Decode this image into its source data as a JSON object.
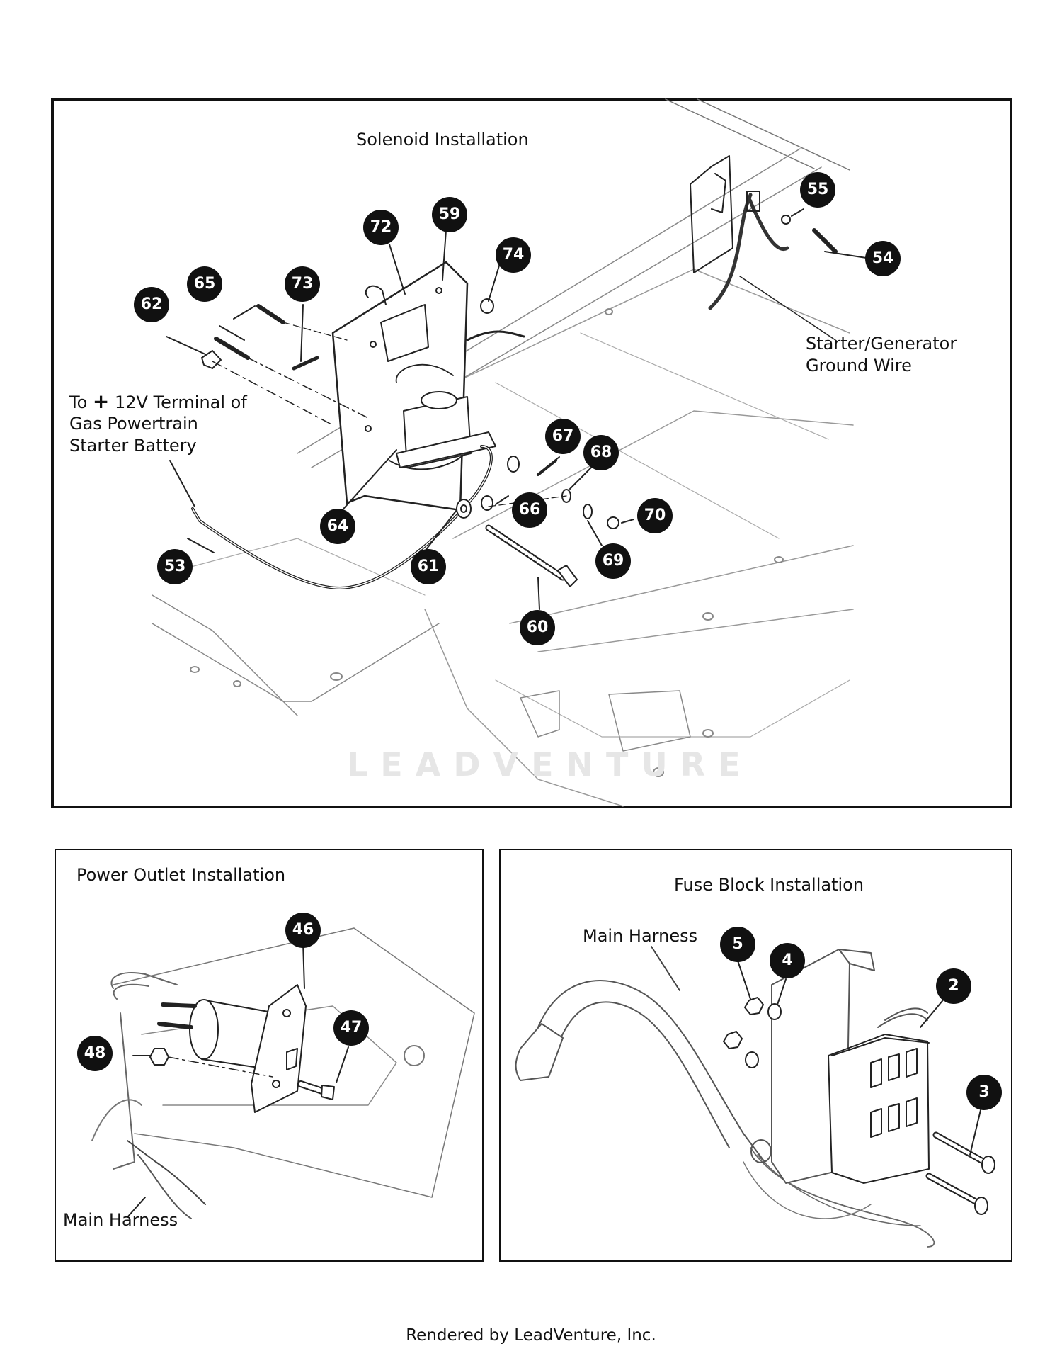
{
  "panels": {
    "solenoid": {
      "title": "Solenoid Installation",
      "labels": {
        "ground_wire_line1": "Starter/Generator",
        "ground_wire_line2": "Ground Wire",
        "battery_line1_pre": "To",
        "battery_line1_plus": "+",
        "battery_line1_post": "12V Terminal  of",
        "battery_line2": "Gas Powertrain",
        "battery_line3": "Starter Battery"
      },
      "callouts": [
        "72",
        "59",
        "74",
        "65",
        "73",
        "62",
        "55",
        "54",
        "67",
        "68",
        "66",
        "70",
        "64",
        "53",
        "61",
        "69",
        "60"
      ]
    },
    "power_outlet": {
      "title": "Power Outlet Installation",
      "labels": {
        "harness": "Main Harness"
      },
      "callouts": [
        "46",
        "47",
        "48"
      ]
    },
    "fuse_block": {
      "title": "Fuse Block Installation",
      "labels": {
        "harness": "Main Harness"
      },
      "callouts": [
        "5",
        "4",
        "2",
        "3"
      ]
    }
  },
  "watermark": "LEADVENTURE",
  "footer": "Rendered by LeadVenture, Inc."
}
